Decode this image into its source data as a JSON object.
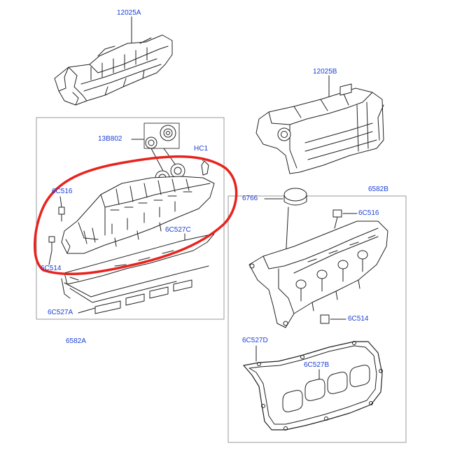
{
  "callouts": {
    "cover_rh": "12025A",
    "cover_lh": "12025B",
    "cap_set": "13B802",
    "clip": "HC1",
    "sensor_top_left": "6C516",
    "sensor_bottom_left": "6C514",
    "gasket_left_upper": "6C527C",
    "gasket_left_lower": "6C527A",
    "valve_cover_left": "6582A",
    "oil_filler_cap": "6766",
    "valve_cover_right": "6582B",
    "sensor_top_right": "6C516",
    "sensor_bottom_right": "6C514",
    "gasket_right_outer": "6C527D",
    "gasket_right_inner": "6C527B"
  },
  "colors": {
    "callout_text": "#1a3fd4",
    "line_art": "#222222",
    "highlight_circle": "#e8231d",
    "panel_border": "#9a9a9a"
  }
}
